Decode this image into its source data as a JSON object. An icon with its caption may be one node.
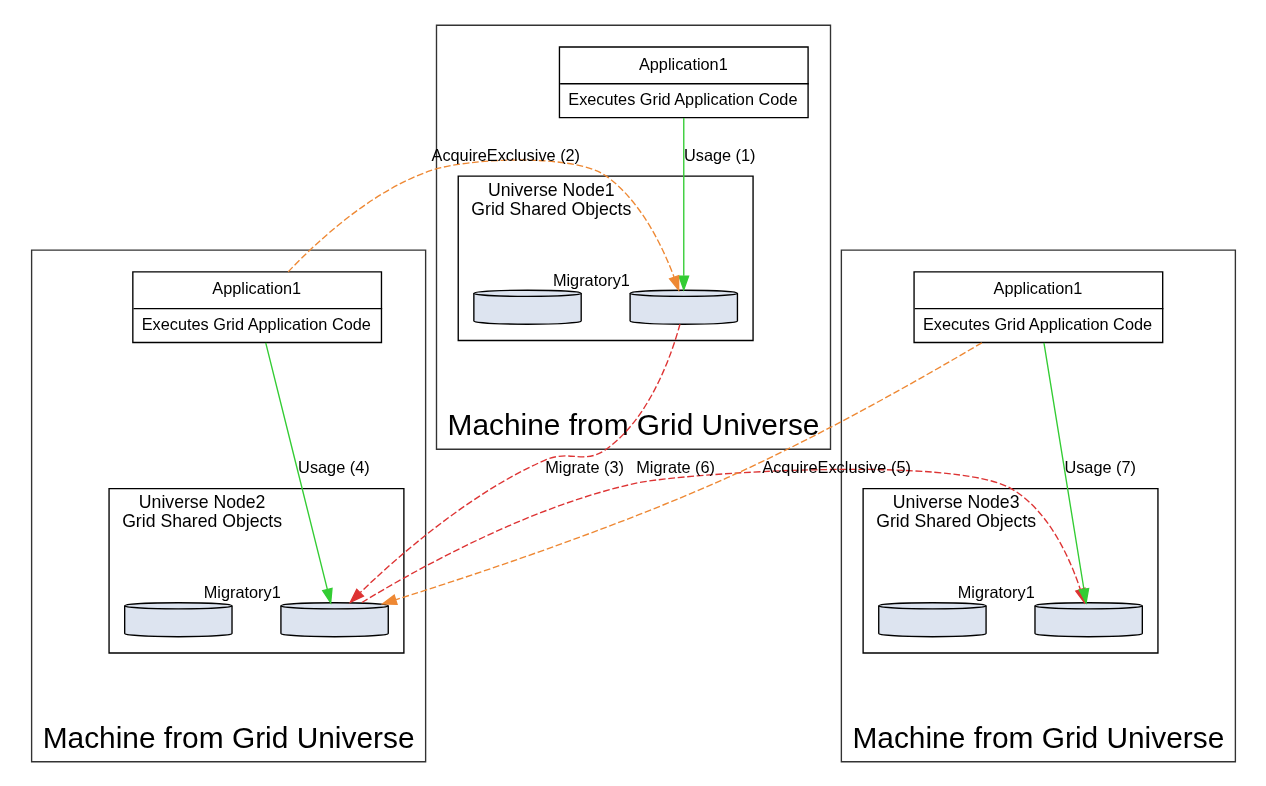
{
  "diagram": {
    "nodes": [
      {
        "text": [
          "Machine from Grid Universe"
        ]
      },
      {
        "text": [
          "Universe Node1",
          "Grid Shared Objects"
        ],
        "in": 0
      },
      {
        "text": [],
        "shape": "cylinder",
        "beside": [
          "Migratory1"
        ],
        "in": 1
      },
      {
        "text": [],
        "shape": "cylinder",
        "in": 1
      },
      {
        "text": [
          "Application1",
          "Executes Grid Application Code"
        ],
        "in": 0
      },
      {
        "text": [
          "Machine from Grid Universe"
        ]
      },
      {
        "text": [
          "Universe Node2",
          "Grid Shared Objects"
        ],
        "in": 5
      },
      {
        "text": [],
        "shape": "cylinder",
        "beside": [
          "Migratory1"
        ],
        "in": 6
      },
      {
        "text": [],
        "shape": "cylinder",
        "in": 6
      },
      {
        "text": [
          "Application1",
          "Executes Grid Application Code"
        ],
        "in": 5
      },
      {
        "text": [
          "Machine from Grid Universe"
        ]
      },
      {
        "text": [
          "Universe Node3",
          "Grid Shared Objects"
        ],
        "in": 10
      },
      {
        "text": [],
        "shape": "cylinder",
        "beside": [
          "Migratory1"
        ],
        "in": 11
      },
      {
        "text": [],
        "shape": "cylinder",
        "in": 11
      },
      {
        "text": [
          "Application1",
          "Executes Grid Application Code"
        ],
        "in": 10
      }
    ],
    "edges": [
      {
        "from": 4,
        "to": 2,
        "arrow": "to",
        "label": "Usage (1)",
        "color": "#33cc33"
      },
      {
        "from": 9,
        "to": 2,
        "arrow": "to",
        "label": "AcquireExclusive (2)",
        "style": "dashed",
        "color": "#ee8833"
      },
      {
        "from": 2,
        "to": 7,
        "arrow": "to",
        "label": "Migrate (3)",
        "style": "dashed",
        "color": "#dd3333"
      },
      {
        "from": 9,
        "to": 7,
        "arrow": "to",
        "label": "Usage (4)",
        "color": "#33cc33"
      },
      {
        "from": 14,
        "to": 7,
        "arrow": "to",
        "label": "AcquireExclusive (5)",
        "style": "dashed",
        "color": "#ee8833"
      },
      {
        "from": 7,
        "to": 12,
        "arrow": "to",
        "label": "Migrate (6)",
        "style": "dashed",
        "color": "#dd3333"
      },
      {
        "from": 14,
        "to": 12,
        "arrow": "to",
        "label": "Usage (7)",
        "color": "#33cc33"
      }
    ]
  }
}
